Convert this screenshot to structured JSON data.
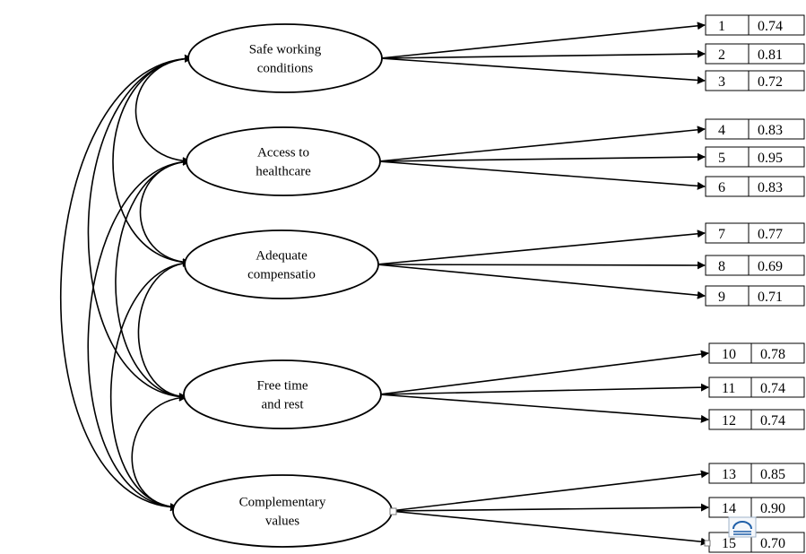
{
  "factors": [
    {
      "id": "f1",
      "label_lines": [
        "Safe working",
        "conditions"
      ],
      "items": [
        {
          "number": "1",
          "loading": "0.74"
        },
        {
          "number": "2",
          "loading": "0.81"
        },
        {
          "number": "3",
          "loading": "0.72"
        }
      ]
    },
    {
      "id": "f2",
      "label_lines": [
        "Access to",
        "healthcare"
      ],
      "items": [
        {
          "number": "4",
          "loading": "0.83"
        },
        {
          "number": "5",
          "loading": "0.95"
        },
        {
          "number": "6",
          "loading": "0.83"
        }
      ]
    },
    {
      "id": "f3",
      "label_lines": [
        "Adequate",
        "compensatio"
      ],
      "items": [
        {
          "number": "7",
          "loading": "0.77"
        },
        {
          "number": "8",
          "loading": "0.69"
        },
        {
          "number": "9",
          "loading": "0.71"
        }
      ]
    },
    {
      "id": "f4",
      "label_lines": [
        "Free time",
        "and rest"
      ],
      "items": [
        {
          "number": "10",
          "loading": "0.78"
        },
        {
          "number": "11",
          "loading": "0.74"
        },
        {
          "number": "12",
          "loading": "0.74"
        }
      ]
    },
    {
      "id": "f5",
      "label_lines": [
        "Complementary",
        "values"
      ],
      "items": [
        {
          "number": "13",
          "loading": "0.85"
        },
        {
          "number": "14",
          "loading": "0.90"
        },
        {
          "number": "15",
          "loading": "0.70"
        }
      ]
    }
  ],
  "correlations": [
    [
      "f1",
      "f2"
    ],
    [
      "f1",
      "f3"
    ],
    [
      "f1",
      "f4"
    ],
    [
      "f1",
      "f5"
    ],
    [
      "f2",
      "f3"
    ],
    [
      "f2",
      "f4"
    ],
    [
      "f2",
      "f5"
    ],
    [
      "f3",
      "f4"
    ],
    [
      "f3",
      "f5"
    ],
    [
      "f4",
      "f5"
    ]
  ],
  "colors": {
    "stroke": "#000000",
    "background": "#ffffff",
    "anchor_icon": "#1f5fa8"
  },
  "overlay_icon": "anchor-icon"
}
